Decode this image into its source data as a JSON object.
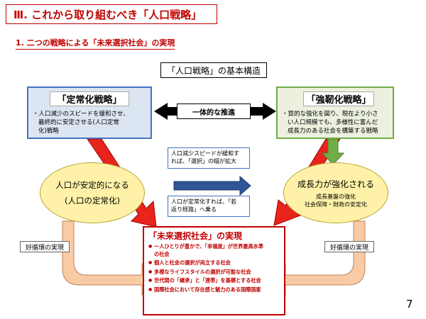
{
  "header": {
    "title": "Ⅲ. これから取り組むべき「人口戦略」",
    "subtitle": "1. 二つの戦略による「未来選択社会」の実現"
  },
  "structure_title": "「人口戦略」の基本構造",
  "left_strategy": {
    "title": "「定常化戦略」",
    "desc_1": "・人口減少のスピードを緩和させ、",
    "desc_2": "最終的に安定させる(人口定常",
    "desc_3": "化)戦略"
  },
  "right_strategy": {
    "title": "「強靭化戦略」",
    "desc_1": "・質的な強化を図り、現在より小さ",
    "desc_2": "い人口規模でも、多様性に富んだ",
    "desc_3": "成長力のある社会を構築する戦略"
  },
  "center_label": "一体的な推進",
  "left_ellipse": {
    "line_1": "人口が安定的になる",
    "line_2": "(人口の定常化)"
  },
  "right_ellipse": {
    "line_1": "成長力が強化される",
    "line_2": "成長基盤の強化",
    "line_3": "社会保障・財政の安定化"
  },
  "flow_top": {
    "line_1": "人口減少スピードが緩和す",
    "line_2": "れば、「選択」の幅が拡大"
  },
  "flow_bottom": {
    "line_1": "人口が定常化すれば、「若",
    "line_2": "返り経路」へ乗る"
  },
  "cycle_left": "好循環の実現",
  "cycle_right": "好循環の実現",
  "bottom": {
    "title": "「未来選択社会」の実現",
    "items": [
      "一人ひとりが豊かで、「幸福度」が世界最高水準",
      "の社会",
      "個人と社会の選択が両立する社会",
      "多様なライフスタイルの選択が可能な社会",
      "世代間の「継承」と「連帯」を基礎とする社会",
      "国際社会において存在感と魅力のある国際国家"
    ]
  },
  "page_number": "7",
  "colors": {
    "accent_red": "#c00000",
    "left_border": "#4472c4",
    "right_border": "#70ad47",
    "ellipse_fill": "#fff2a8",
    "cycle_arrow": "#f8cba4"
  }
}
